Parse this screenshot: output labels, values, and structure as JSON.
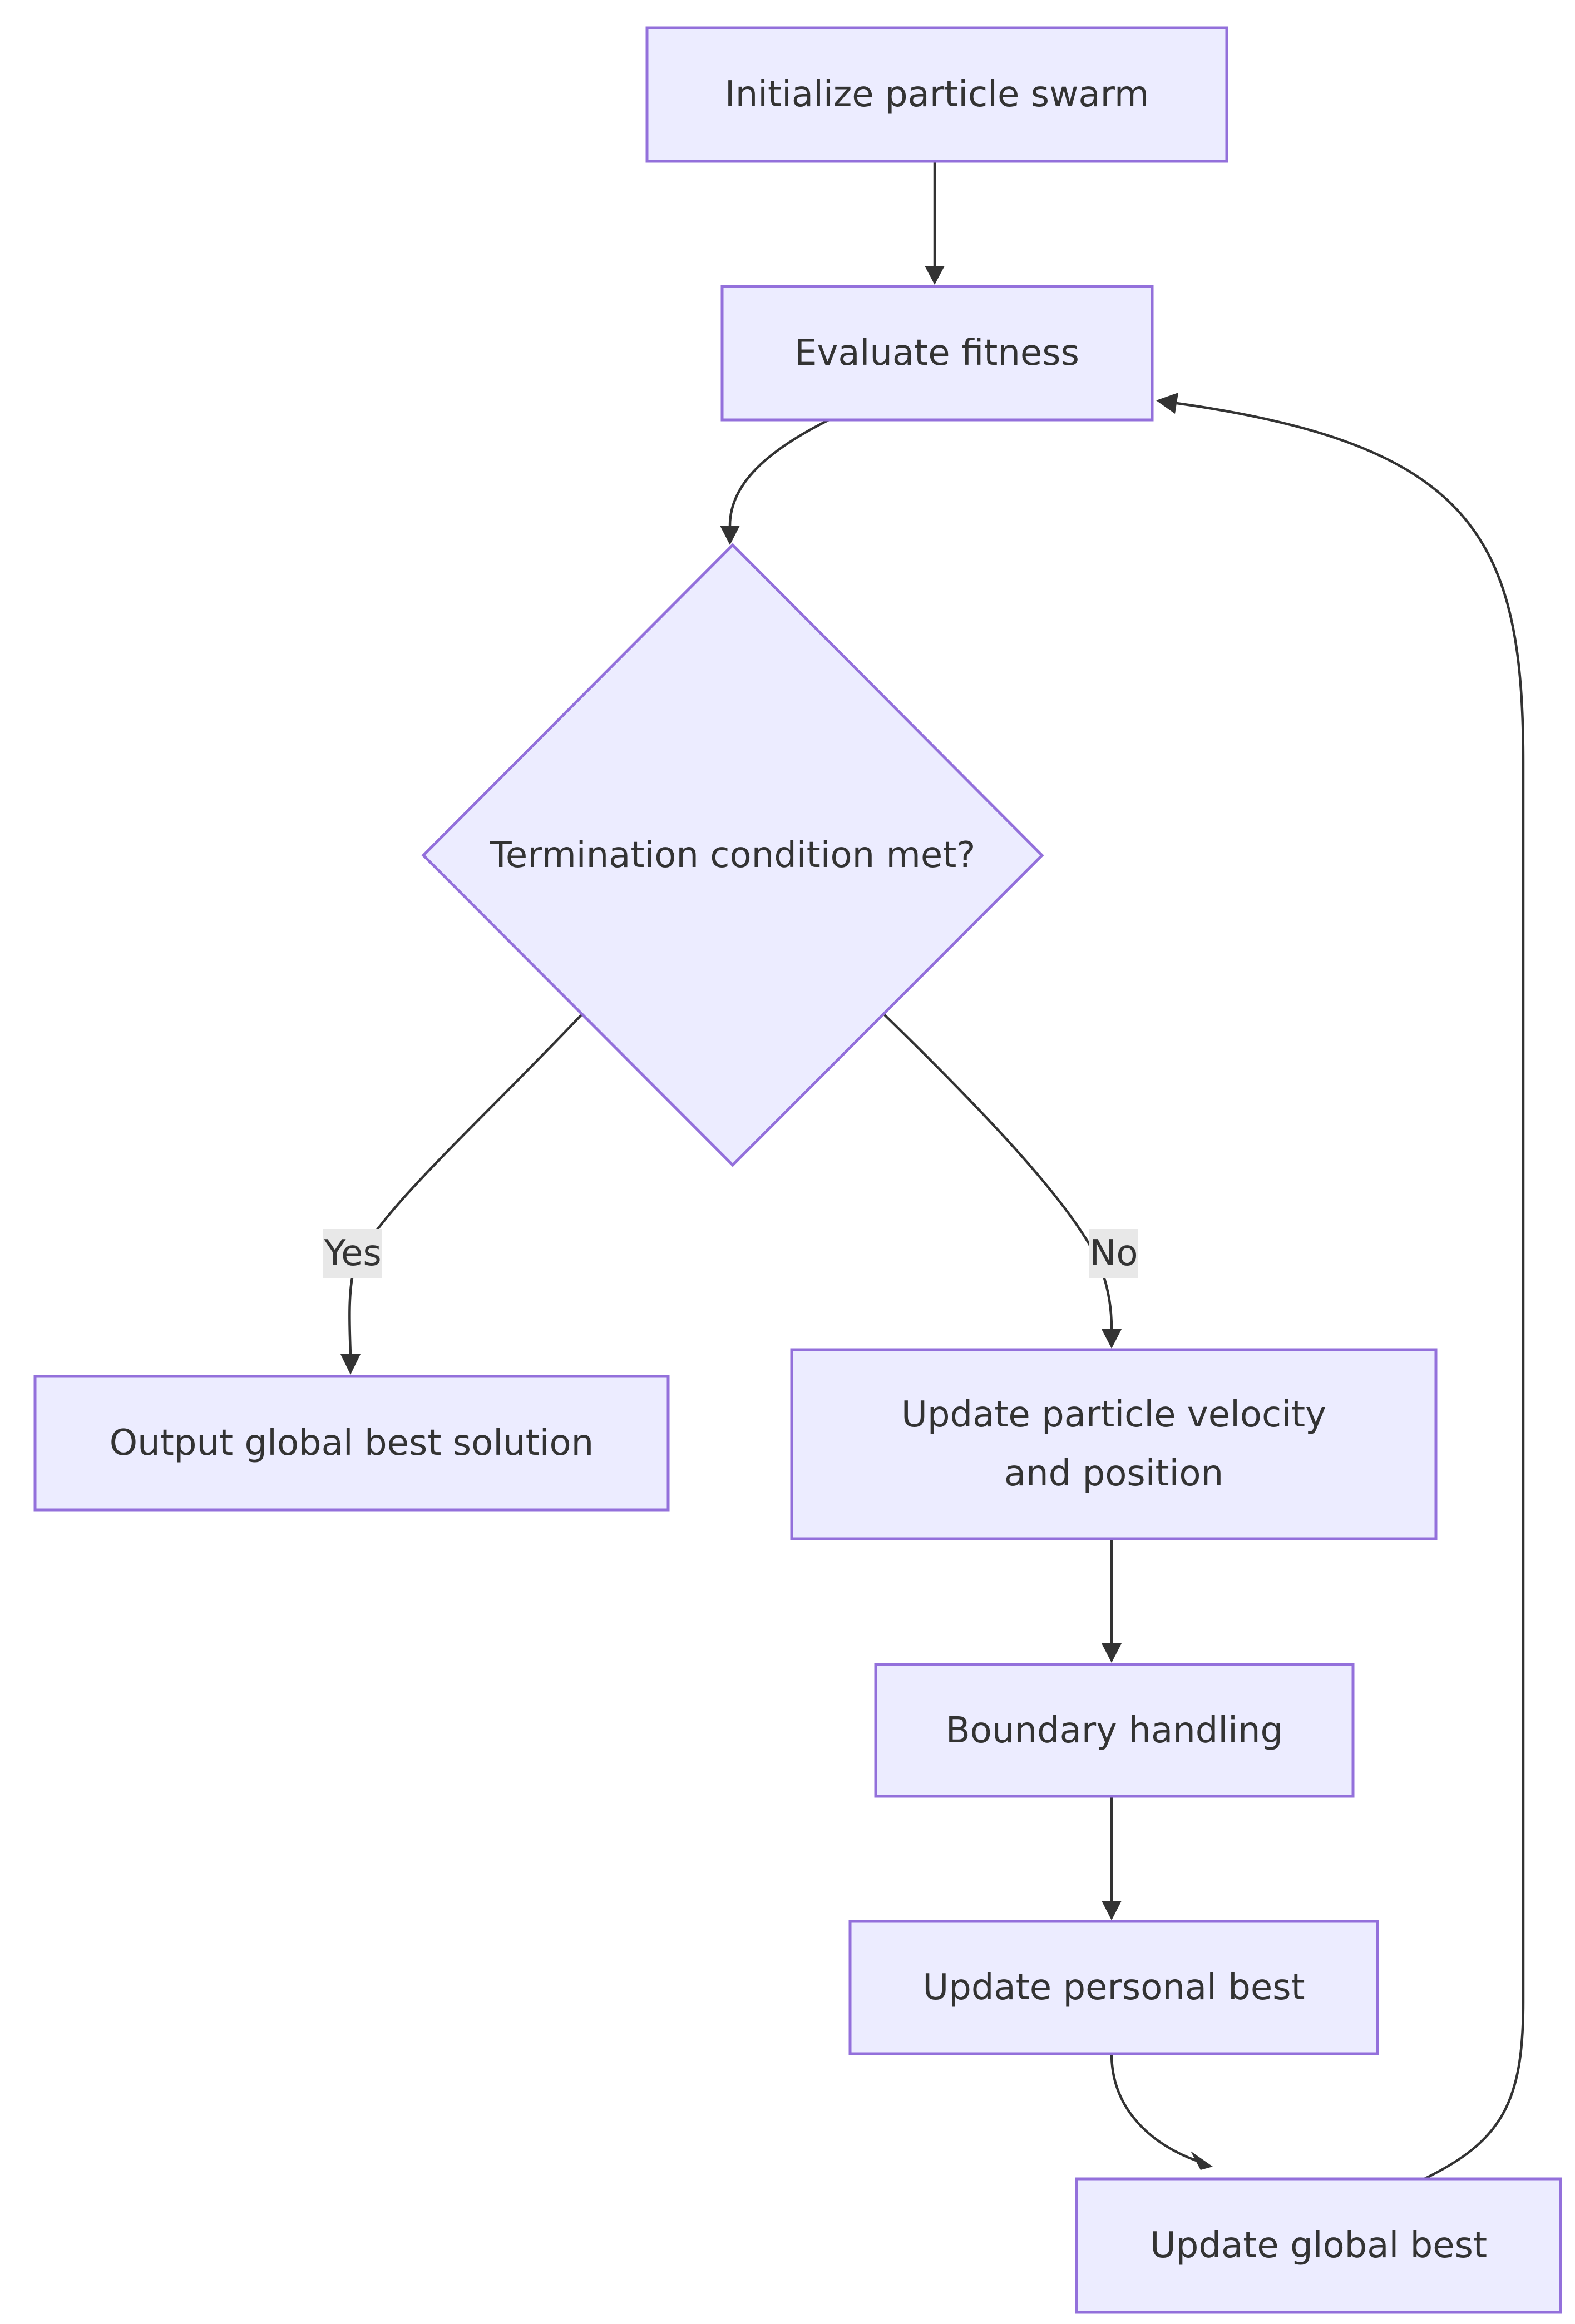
{
  "nodes": {
    "init": "Initialize particle swarm",
    "evaluate": "Evaluate fitness",
    "decision": "Termination condition met?",
    "output": "Output global best solution",
    "update_velocity_line1": "Update particle velocity",
    "update_velocity_line2": "and position",
    "boundary": "Boundary handling",
    "personal_best": "Update personal best",
    "global_best": "Update global best"
  },
  "edges": {
    "yes_label": "Yes",
    "no_label": "No"
  },
  "colors": {
    "node_fill": "#ECECFF",
    "node_stroke": "#9370DB",
    "edge": "#333333",
    "edge_label_bg": "#E8E8E8",
    "text": "#333333"
  }
}
